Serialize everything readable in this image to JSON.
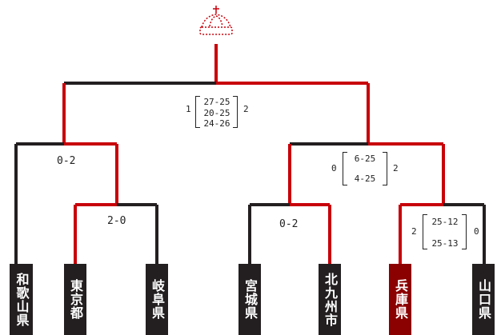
{
  "colors": {
    "winner_line": "#c8000a",
    "loser_line": "#231f20",
    "team_box": "#231f20",
    "champion_box": "#8b0000",
    "crown": "#c8000a"
  },
  "icons": {
    "trophy": "crown-icon"
  },
  "teams": [
    {
      "name": "和歌山県",
      "winner": false
    },
    {
      "name": "東京都",
      "winner": false
    },
    {
      "name": "岐阜県",
      "winner": false
    },
    {
      "name": "宮城県",
      "winner": false
    },
    {
      "name": "北九州市",
      "winner": false
    },
    {
      "name": "兵庫県",
      "winner": true
    },
    {
      "name": "山口県",
      "winner": false
    }
  ],
  "matches": {
    "r1_left": {
      "score": "2-0"
    },
    "r1_mid": {
      "score": "0-2"
    },
    "r1_right": {
      "left_sets": "2",
      "right_sets": "0",
      "sets": [
        "25-12",
        "25-13"
      ]
    },
    "sf_left": {
      "score": "0-2"
    },
    "sf_right": {
      "left_sets": "0",
      "right_sets": "2",
      "sets": [
        "6-25",
        "4-25"
      ]
    },
    "final": {
      "left_sets": "1",
      "right_sets": "2",
      "sets": [
        "27-25",
        "20-25",
        "24-26"
      ]
    }
  }
}
